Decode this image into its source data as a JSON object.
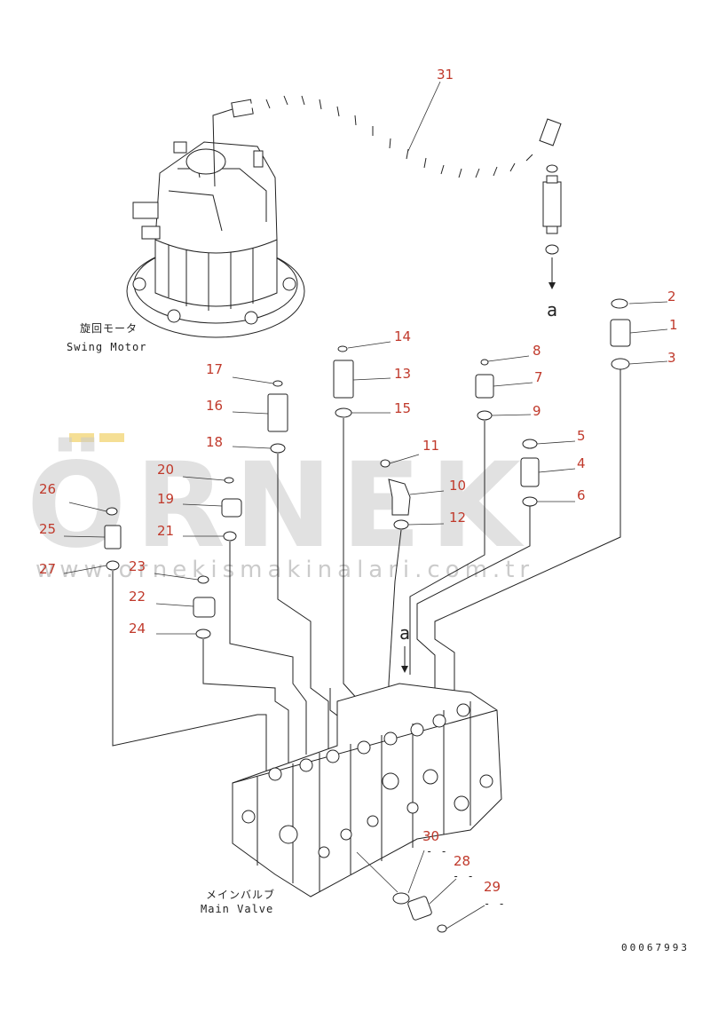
{
  "labels": {
    "swing_motor_jp": "旋回モータ",
    "swing_motor_en": "Swing Motor",
    "main_valve_jp": "メインバルブ",
    "main_valve_en": "Main Valve",
    "connector_a_top": "a",
    "connector_a_bottom": "a",
    "drawing_code": "00067993"
  },
  "watermark": {
    "brand": "ÖRNEK",
    "url": "www.ornekismakinalari.com.tr"
  },
  "parts": [
    "1",
    "2",
    "3",
    "4",
    "5",
    "6",
    "7",
    "8",
    "9",
    "10",
    "11",
    "12",
    "13",
    "14",
    "15",
    "16",
    "17",
    "18",
    "19",
    "20",
    "21",
    "22",
    "23",
    "24",
    "25",
    "26",
    "27",
    "28",
    "29",
    "30",
    "31"
  ],
  "callout_dashes": [
    "- -",
    "- -",
    "- -"
  ],
  "colors": {
    "callout": "#c0392b",
    "line": "#222222",
    "watermark": "#c8c8c8",
    "watermark_accent": "#f3d77a"
  }
}
